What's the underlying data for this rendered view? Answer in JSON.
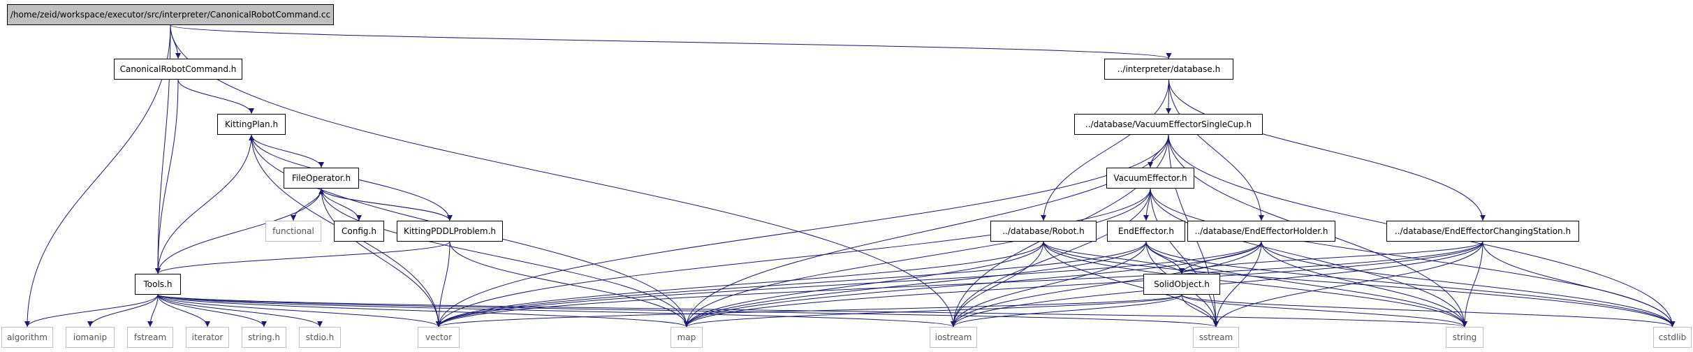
{
  "graph": {
    "colors": {
      "edge": "#191970",
      "node_border": "#000000",
      "system_border": "#bfbfbf",
      "root_fill": "#bfbfbf"
    },
    "nodes": {
      "root": "/home/zeid/workspace/executor/src/interpreter/CanonicalRobotCommand.cc",
      "crc_h": "CanonicalRobotCommand.h",
      "db_h": "../interpreter/database.h",
      "kitting_plan": "KittingPlan.h",
      "vesc": "../database/VacuumEffectorSingleCup.h",
      "file_operator": "FileOperator.h",
      "functional": "functional",
      "config": "Config.h",
      "kitting_pddl": "KittingPDDLProblem.h",
      "vacuum_effector": "VacuumEffector.h",
      "robot": "../database/Robot.h",
      "end_effector": "EndEffector.h",
      "eeh": "../database/EndEffectorHolder.h",
      "eecs": "../database/EndEffectorChangingStation.h",
      "solid_object": "SolidObject.h",
      "tools": "Tools.h",
      "algorithm": "algorithm",
      "iomanip": "iomanip",
      "fstream": "fstream",
      "iterator": "iterator",
      "string_h": "string.h",
      "stdio_h": "stdio.h",
      "vector": "vector",
      "map": "map",
      "iostream": "iostream",
      "sstream": "sstream",
      "string": "string",
      "cstdlib": "cstdlib"
    },
    "edges": [
      [
        "root",
        "crc_h"
      ],
      [
        "root",
        "db_h"
      ],
      [
        "root",
        "tools"
      ],
      [
        "root",
        "algorithm"
      ],
      [
        "root",
        "iostream"
      ],
      [
        "crc_h",
        "kitting_plan"
      ],
      [
        "crc_h",
        "tools"
      ],
      [
        "kitting_plan",
        "file_operator"
      ],
      [
        "kitting_plan",
        "tools"
      ],
      [
        "kitting_plan",
        "vector"
      ],
      [
        "kitting_plan",
        "map"
      ],
      [
        "file_operator",
        "functional"
      ],
      [
        "file_operator",
        "config"
      ],
      [
        "file_operator",
        "kitting_pddl"
      ],
      [
        "file_operator",
        "tools"
      ],
      [
        "file_operator",
        "vector"
      ],
      [
        "file_operator",
        "map"
      ],
      [
        "kitting_pddl",
        "file_operator"
      ],
      [
        "kitting_pddl",
        "kitting_plan"
      ],
      [
        "kitting_pddl",
        "tools"
      ],
      [
        "kitting_pddl",
        "vector"
      ],
      [
        "kitting_pddl",
        "map"
      ],
      [
        "db_h",
        "vesc"
      ],
      [
        "db_h",
        "robot"
      ],
      [
        "db_h",
        "eeh"
      ],
      [
        "db_h",
        "eecs"
      ],
      [
        "vesc",
        "vacuum_effector"
      ],
      [
        "vesc",
        "vector"
      ],
      [
        "vesc",
        "map"
      ],
      [
        "vesc",
        "iostream"
      ],
      [
        "vesc",
        "sstream"
      ],
      [
        "vesc",
        "string"
      ],
      [
        "vesc",
        "cstdlib"
      ],
      [
        "vacuum_effector",
        "end_effector"
      ],
      [
        "vacuum_effector",
        "vector"
      ],
      [
        "vacuum_effector",
        "map"
      ],
      [
        "vacuum_effector",
        "iostream"
      ],
      [
        "vacuum_effector",
        "sstream"
      ],
      [
        "vacuum_effector",
        "string"
      ],
      [
        "vacuum_effector",
        "cstdlib"
      ],
      [
        "robot",
        "solid_object"
      ],
      [
        "robot",
        "vector"
      ],
      [
        "robot",
        "map"
      ],
      [
        "robot",
        "iostream"
      ],
      [
        "robot",
        "sstream"
      ],
      [
        "robot",
        "string"
      ],
      [
        "robot",
        "cstdlib"
      ],
      [
        "end_effector",
        "solid_object"
      ],
      [
        "end_effector",
        "vector"
      ],
      [
        "end_effector",
        "map"
      ],
      [
        "end_effector",
        "iostream"
      ],
      [
        "end_effector",
        "sstream"
      ],
      [
        "end_effector",
        "string"
      ],
      [
        "end_effector",
        "cstdlib"
      ],
      [
        "eeh",
        "solid_object"
      ],
      [
        "eeh",
        "vector"
      ],
      [
        "eeh",
        "map"
      ],
      [
        "eeh",
        "iostream"
      ],
      [
        "eeh",
        "sstream"
      ],
      [
        "eeh",
        "string"
      ],
      [
        "eeh",
        "cstdlib"
      ],
      [
        "eecs",
        "solid_object"
      ],
      [
        "eecs",
        "vector"
      ],
      [
        "eecs",
        "map"
      ],
      [
        "eecs",
        "iostream"
      ],
      [
        "eecs",
        "sstream"
      ],
      [
        "eecs",
        "string"
      ],
      [
        "eecs",
        "cstdlib"
      ],
      [
        "solid_object",
        "vector"
      ],
      [
        "solid_object",
        "map"
      ],
      [
        "solid_object",
        "iostream"
      ],
      [
        "solid_object",
        "sstream"
      ],
      [
        "solid_object",
        "string"
      ],
      [
        "solid_object",
        "cstdlib"
      ],
      [
        "tools",
        "algorithm"
      ],
      [
        "tools",
        "iomanip"
      ],
      [
        "tools",
        "fstream"
      ],
      [
        "tools",
        "iterator"
      ],
      [
        "tools",
        "string_h"
      ],
      [
        "tools",
        "stdio_h"
      ],
      [
        "tools",
        "vector"
      ],
      [
        "tools",
        "map"
      ],
      [
        "tools",
        "iostream"
      ],
      [
        "tools",
        "sstream"
      ],
      [
        "tools",
        "string"
      ]
    ]
  }
}
